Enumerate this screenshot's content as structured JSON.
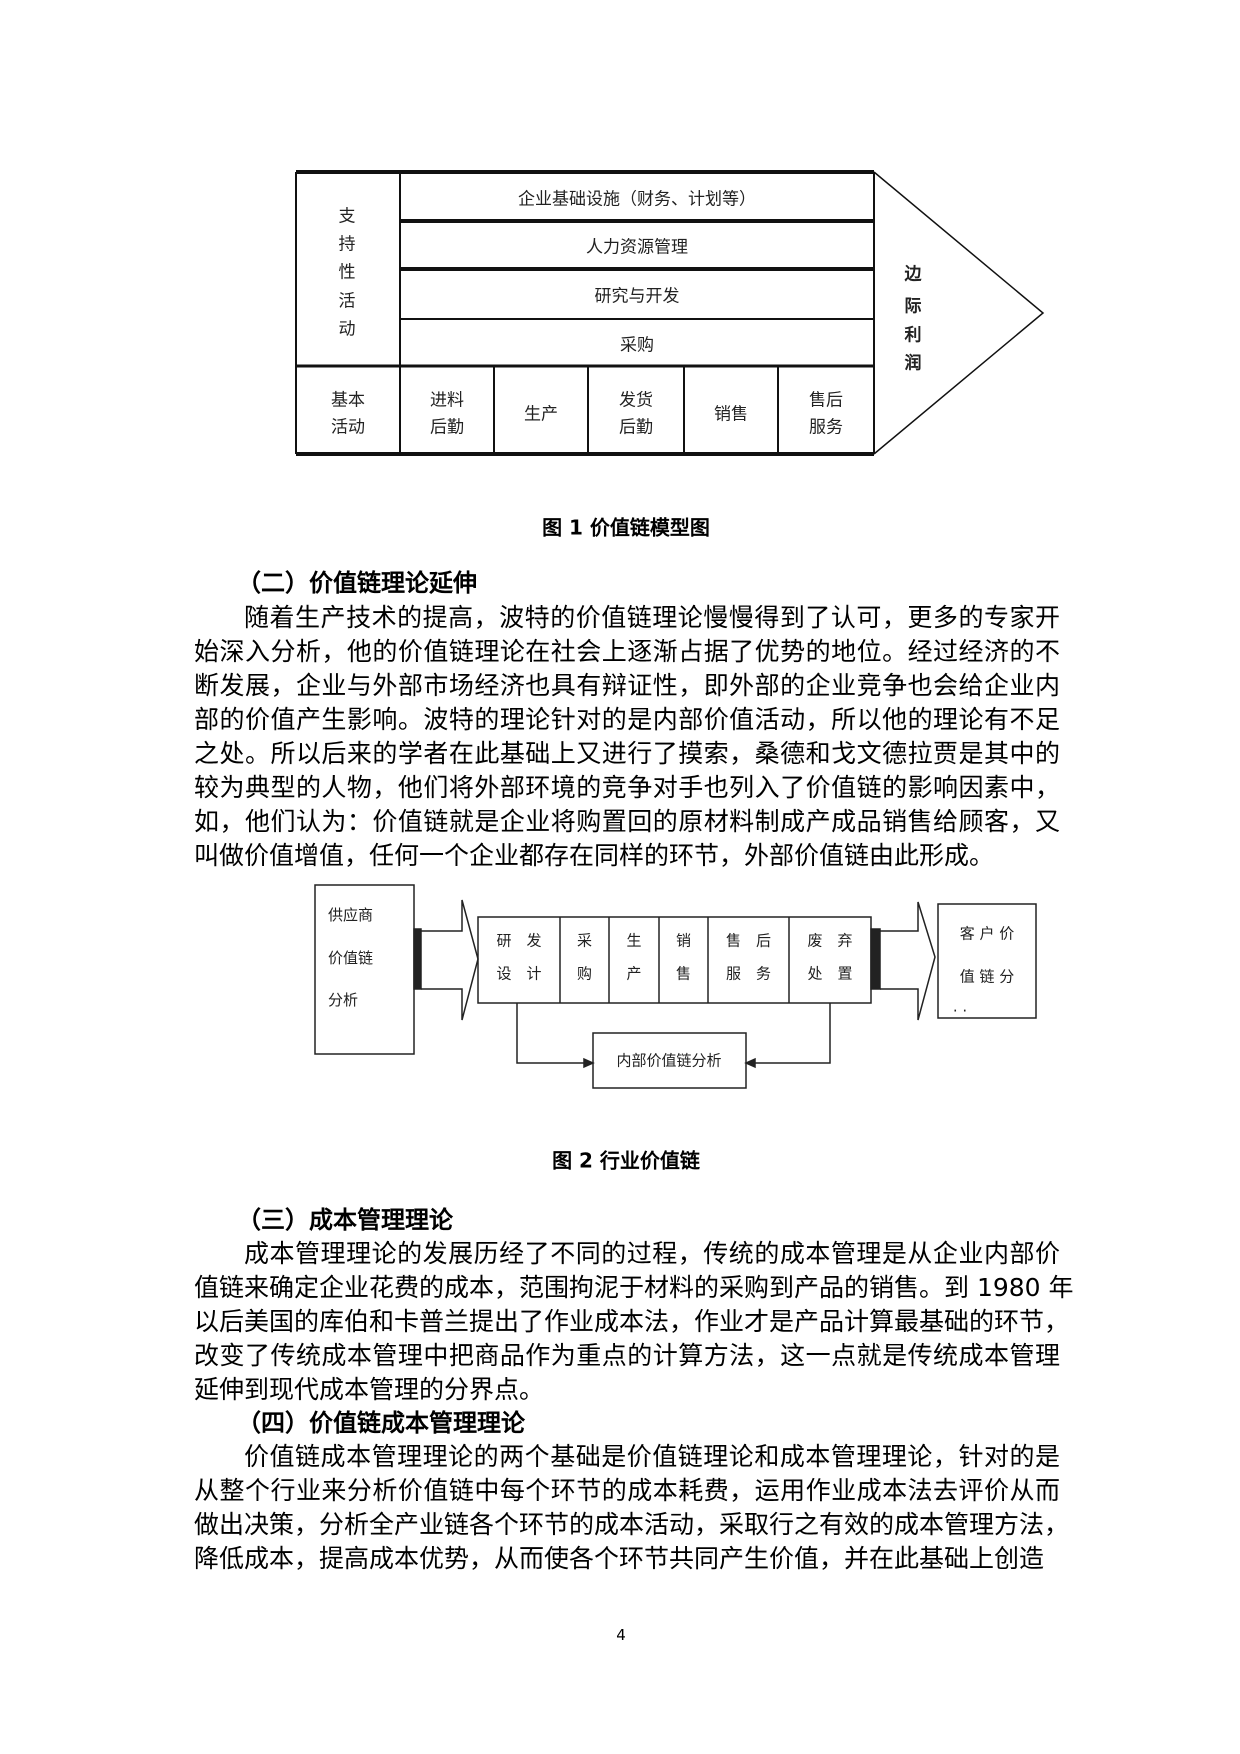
{
  "figure1": {
    "support_label": [
      "支",
      "持",
      "性",
      "活",
      "动"
    ],
    "support_rows": [
      "企业基础设施（财务、计划等）",
      "人力资源管理",
      "研究与开发",
      "采购"
    ],
    "primary_label": [
      "基本",
      "活动"
    ],
    "primary_cells": [
      [
        "进料",
        "后勤"
      ],
      [
        "生产"
      ],
      [
        "发货",
        "后勤"
      ],
      [
        "销售"
      ],
      [
        "售后",
        "服务"
      ]
    ],
    "margin_label": [
      "边",
      "际",
      "利",
      "润"
    ],
    "caption": "图 1   价值链模型图"
  },
  "section2": {
    "heading": "（二）价值链理论延伸",
    "lines": [
      "随着生产技术的提高，波特的价值链理论慢慢得到了认可，更多的专家开",
      "始深入分析，他的价值链理论在社会上逐渐占据了优势的地位。经过经济的不",
      "断发展，企业与外部市场经济也具有辩证性，即外部的企业竞争也会给企业内",
      "部的价值产生影响。波特的理论针对的是内部价值活动，所以他的理论有不足",
      "之处。所以后来的学者在此基础上又进行了摸索，桑德和戈文德拉贾是其中的",
      "较为典型的人物，他们将外部环境的竞争对手也列入了价值链的影响因素中，",
      "如，他们认为：价值链就是企业将购置回的原材料制成产成品销售给顾客，又",
      "叫做价值增值，任何一个企业都存在同样的环节，外部价值链由此形成。"
    ]
  },
  "figure2": {
    "supplier": [
      "供应商",
      "价值链",
      "分析"
    ],
    "cells": [
      [
        "研　发",
        "设　计"
      ],
      [
        "采",
        "购"
      ],
      [
        "生",
        "产"
      ],
      [
        "销",
        "售"
      ],
      [
        "售　后",
        "服　务"
      ],
      [
        "废　弃",
        "处　置"
      ]
    ],
    "customer": [
      "客 户 价",
      "值 链 分",
      "· ·"
    ],
    "internal": "内部价值链分析",
    "caption": "图 2 行业价值链"
  },
  "section3": {
    "heading": "（三）成本管理理论",
    "lines": [
      "成本管理理论的发展历经了不同的过程，传统的成本管理是从企业内部价",
      "值链来确定企业花费的成本，范围拘泥于材料的采购到产品的销售。到 1980 年",
      "以后美国的库伯和卡普兰提出了作业成本法，作业才是产品计算最基础的环节，",
      "改变了传统成本管理中把商品作为重点的计算方法，这一点就是传统成本管理",
      "延伸到现代成本管理的分界点。"
    ]
  },
  "section4": {
    "heading": "（四）价值链成本管理理论",
    "lines": [
      "价值链成本管理理论的两个基础是价值链理论和成本管理理论，针对的是",
      "从整个行业来分析价值链中每个环节的成本耗费，运用作业成本法去评价从而",
      "做出决策，分析全产业链各个环节的成本活动，采取行之有效的成本管理方法，",
      "降低成本，提高成本优势，从而使各个环节共同产生价值，并在此基础上创造"
    ]
  },
  "page_number": "4"
}
